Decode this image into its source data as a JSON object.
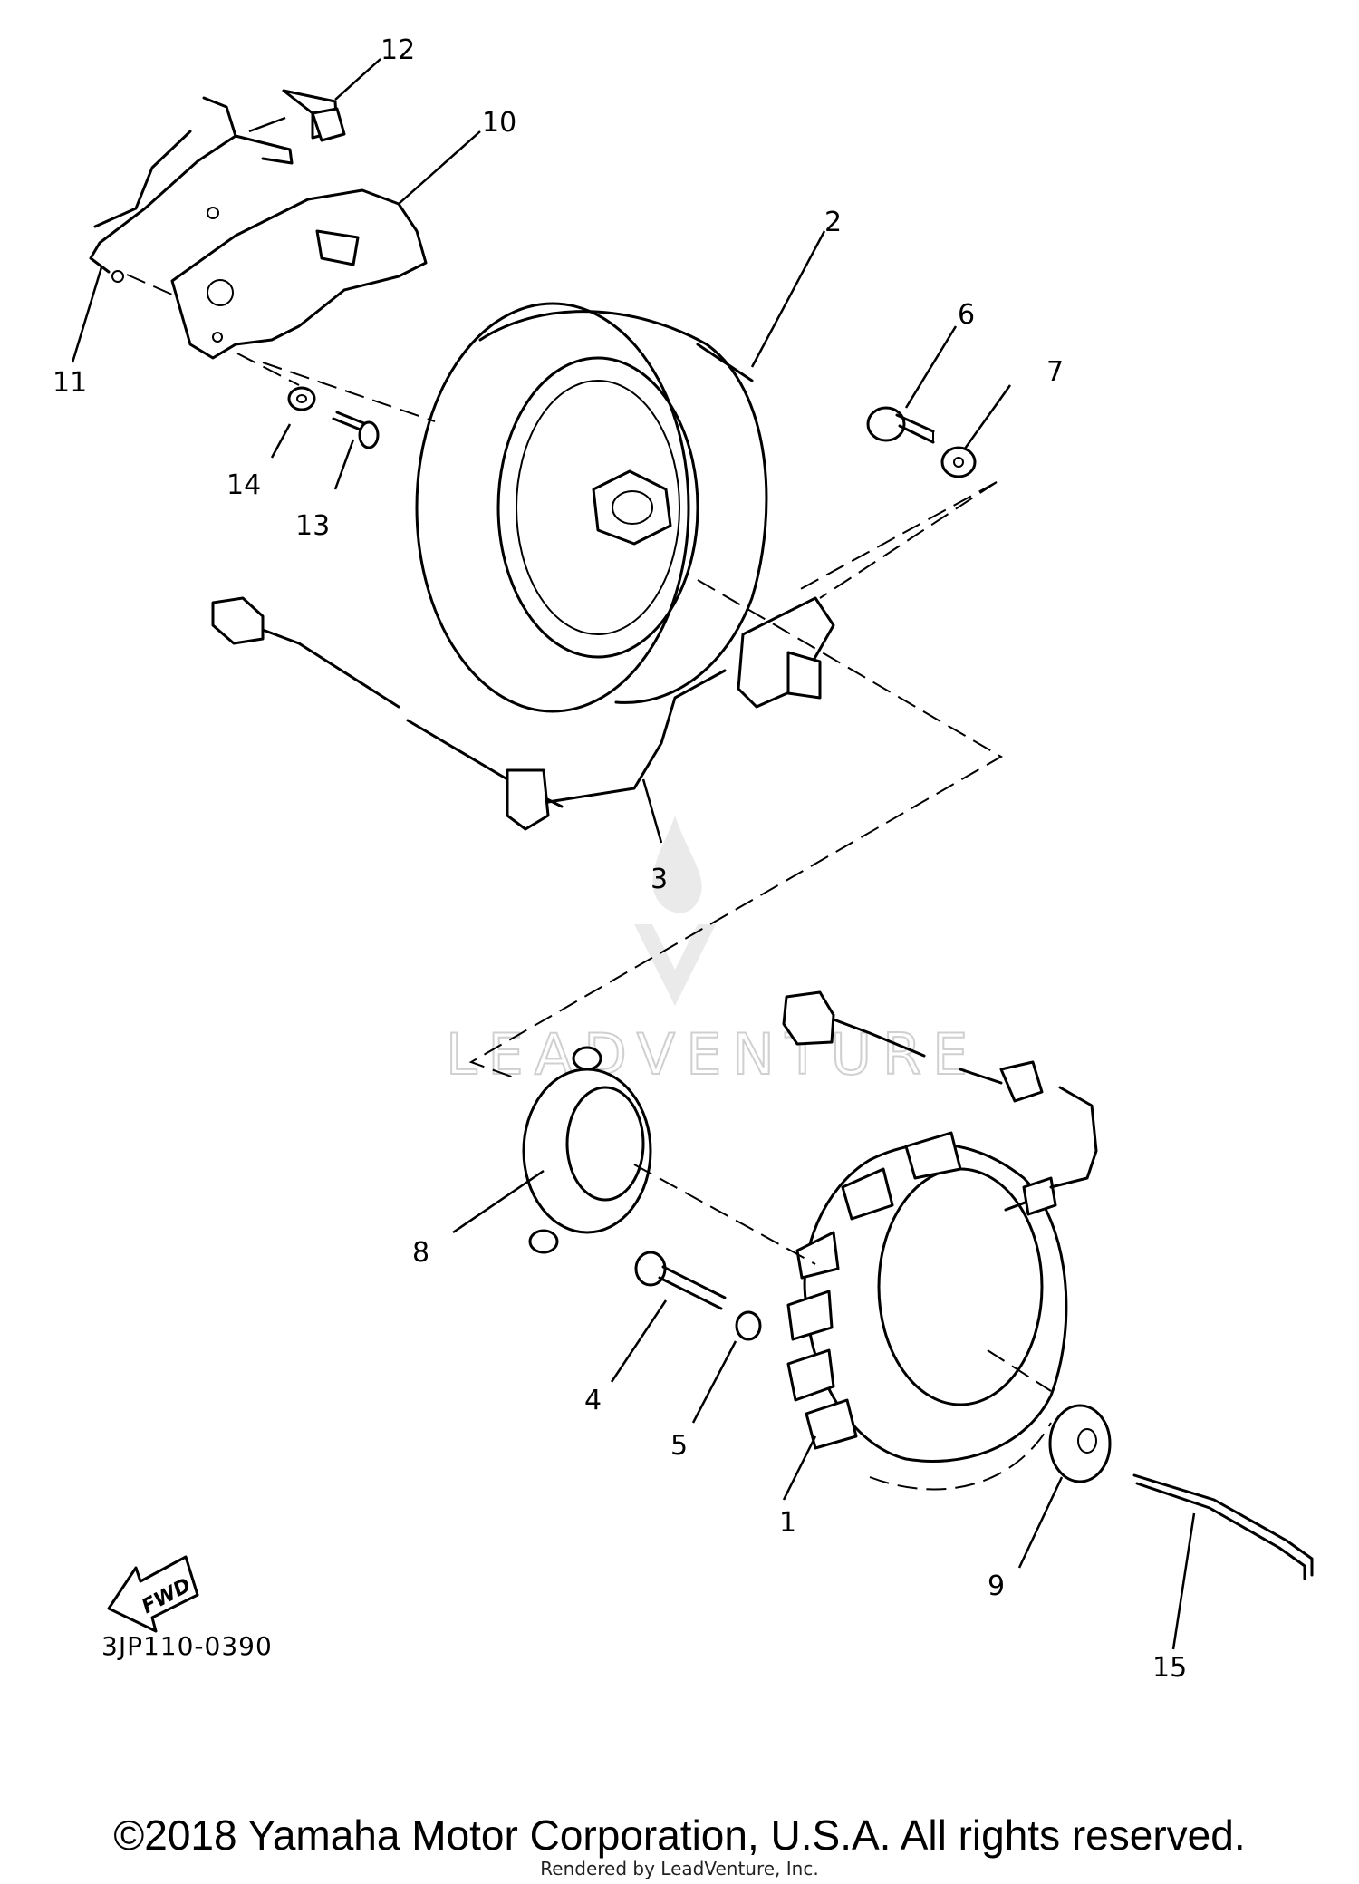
{
  "diagram": {
    "code": "3JP110-0390",
    "fwd_label": "FWD",
    "watermark": "LEADVENTURE",
    "callouts": [
      {
        "id": "1",
        "label": "1"
      },
      {
        "id": "2",
        "label": "2"
      },
      {
        "id": "3",
        "label": "3"
      },
      {
        "id": "4",
        "label": "4"
      },
      {
        "id": "5",
        "label": "5"
      },
      {
        "id": "6",
        "label": "6"
      },
      {
        "id": "7",
        "label": "7"
      },
      {
        "id": "8",
        "label": "8"
      },
      {
        "id": "9",
        "label": "9"
      },
      {
        "id": "10",
        "label": "10"
      },
      {
        "id": "11",
        "label": "11"
      },
      {
        "id": "12",
        "label": "12"
      },
      {
        "id": "13",
        "label": "13"
      },
      {
        "id": "14",
        "label": "14"
      },
      {
        "id": "15",
        "label": "15"
      }
    ]
  },
  "footer": {
    "copyright": "©2018 Yamaha Motor Corporation, U.S.A. All rights reserved.",
    "rendered_by": "Rendered by LeadVenture, Inc."
  }
}
